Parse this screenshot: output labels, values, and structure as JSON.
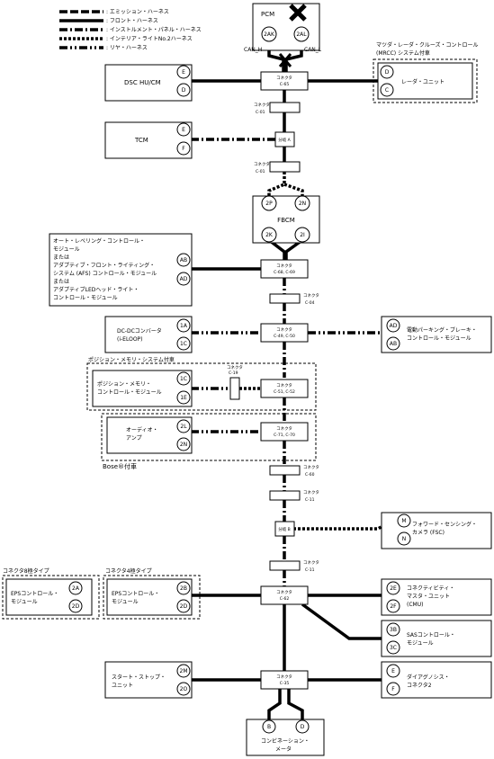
{
  "legend": [
    {
      "style": "emission",
      "label": ": エミッション・ハーネス"
    },
    {
      "style": "front",
      "label": ": フロント・ハーネス"
    },
    {
      "style": "instrument",
      "label": ": インストルメント・パネル・ハーネス"
    },
    {
      "style": "interior",
      "label": ": インテリア・ライトNo.2ハーネス"
    },
    {
      "style": "rear",
      "label": ": リヤ・ハーネス"
    }
  ],
  "pcm": {
    "label": "PCM",
    "pin_left": "2AK",
    "pin_right": "2AL",
    "can_h": "CAN_H",
    "can_l": "CAN_L"
  },
  "connectors": {
    "c65": {
      "line1": "コネクタ",
      "line2": "C-65"
    },
    "c01a": {
      "line1": "コネクタ",
      "line2": "C-01"
    },
    "c01b": {
      "line1": "コネクタ",
      "line2": "C-01"
    },
    "c68": {
      "line1": "コネクタ",
      "line2": "C-68, C-69"
    },
    "c04": {
      "line1": "コネクタ",
      "line2": "C-04"
    },
    "c49": {
      "line1": "コネクタ",
      "line2": "C-49, C-50"
    },
    "c19": {
      "line1": "コネクタ",
      "line2": "C-19"
    },
    "c51": {
      "line1": "コネクタ",
      "line2": "C-51, C-52"
    },
    "c71": {
      "line1": "コネクタ",
      "line2": "C-71, C-70"
    },
    "c60": {
      "line1": "コネクタ",
      "line2": "C-60"
    },
    "c11a": {
      "line1": "コネクタ",
      "line2": "C-11"
    },
    "c11b": {
      "line1": "コネクタ",
      "line2": "C-11"
    },
    "c62": {
      "line1": "コネクタ",
      "line2": "C-62"
    },
    "c35": {
      "line1": "コネクタ",
      "line2": "C-35"
    }
  },
  "branches": {
    "a": "分岐 A",
    "b": "分岐 B"
  },
  "modules": {
    "dsc": {
      "label": "DSC HU/CM",
      "pin1": "E",
      "pin2": "D"
    },
    "radar": {
      "title1": "マツダ・レーダ・クルーズ・コントロール",
      "title2": "(MRCC) システム付車",
      "label": "レーダ・ユニット",
      "pin1": "D",
      "pin2": "C"
    },
    "tcm": {
      "label": "TCM",
      "pin1": "E",
      "pin2": "F"
    },
    "fbcm": {
      "label": "FBCM",
      "pin1": "2P",
      "pin2": "2N",
      "pin3": "2K",
      "pin4": "2I"
    },
    "afs": {
      "lines": [
        "オート・レベリング・コントロール・",
        "モジュール",
        "または",
        "アダプティブ・フロント・ライティング・",
        "システム (AFS) コントロール・モジュール",
        "または",
        "アダプティブLEDヘッド・ライト・",
        "コントロール・モジュール"
      ],
      "pin1": "AB",
      "pin2": "AD"
    },
    "dcdc": {
      "line1": "DC-DCコンバータ",
      "line2": "(i-ELOOP)",
      "pin1": "1A",
      "pin2": "1C"
    },
    "epb": {
      "line1": "電動パーキング・ブレーキ・",
      "line2": "コントロール・モジュール",
      "pin1": "AD",
      "pin2": "AB"
    },
    "memory": {
      "title": "ポジション・メモリ・システム付車",
      "line1": "ポジション・メモリ・",
      "line2": "コントロール・モジュール",
      "pin1": "1C",
      "pin2": "1E"
    },
    "audio": {
      "line1": "オーディオ・",
      "line2": "アンプ",
      "pin1": "2L",
      "pin2": "2N",
      "note": "Bose®付車"
    },
    "fsc": {
      "line1": "フォワード・センシング・",
      "line2": "カメラ (FSC)",
      "pin1": "M",
      "pin2": "N"
    },
    "eps8": {
      "title": "コネクタ8極タイプ",
      "line1": "EPSコントロール・",
      "line2": "モジュール",
      "pin1": "2A",
      "pin2": "2D"
    },
    "eps4": {
      "title": "コネクタ4極タイプ",
      "line1": "EPSコントロール・",
      "line2": "モジュール",
      "pin1": "2B",
      "pin2": "2D"
    },
    "cmu": {
      "line1": "コネクティビティ・",
      "line2": "マスタ・ユニット",
      "line3": "(CMU)",
      "pin1": "2E",
      "pin2": "2F"
    },
    "sas": {
      "line1": "SASコントロール・",
      "line2": "モジュール",
      "pin1": "3B",
      "pin2": "3C"
    },
    "startstop": {
      "line1": "スタート・ストップ・",
      "line2": "ユニット",
      "pin1": "2M",
      "pin2": "2O"
    },
    "dlc": {
      "line1": "ダイアグノシス・",
      "line2": "コネクタ2",
      "pin1": "E",
      "pin2": "F"
    },
    "meter": {
      "line1": "コンビネーション・",
      "line2": "メータ",
      "pin1": "B",
      "pin2": "D"
    }
  }
}
